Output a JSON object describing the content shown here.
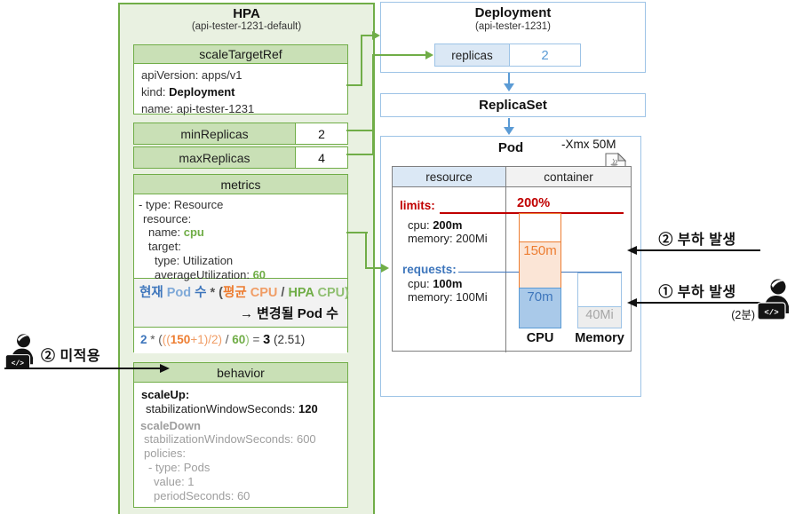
{
  "hpa": {
    "title": "HPA",
    "subtitle": "(api-tester-1231-default)",
    "scale_target_ref": {
      "header": "scaleTargetRef",
      "api_version": "apiVersion: apps/v1",
      "kind_label": "kind: ",
      "kind_value": "Deployment",
      "name": "name: api-tester-1231"
    },
    "min_replicas": {
      "label": "minReplicas",
      "value": "2"
    },
    "max_replicas": {
      "label": "maxReplicas",
      "value": "4"
    },
    "metrics": {
      "header": "metrics",
      "type_line": "- type: Resource",
      "resource_line": "resource:",
      "name_label": "name: ",
      "name_value": "cpu",
      "target_line": "target:",
      "target_type_line": "type: Utilization",
      "avg_util_label": "averageUtilization: ",
      "avg_util_value": "60"
    },
    "formula": {
      "current": "현재",
      "pod": " Pod ",
      "count": "수",
      "times_open": " * (",
      "avg": "평균",
      "avg_cpu": " CPU",
      "divide": " / ",
      "hpa": "HPA",
      "hpa_cpu": " CPU",
      "close": ")",
      "result_line": "→ 변경될 Pod 수"
    },
    "calc": {
      "pods": "2",
      "times_open": " * (",
      "open2": "((",
      "avg_cpu": "150",
      "avg_rest": "+1)/2)",
      "divide": " / ",
      "hpa_cpu": "60",
      "close": ")",
      "equals": " = ",
      "result": "3",
      "exact": " (2.51)"
    },
    "behavior": {
      "header": "behavior",
      "scale_up": "scaleUp:",
      "up_window_label": "stabilizationWindowSeconds: ",
      "up_window_value": "120",
      "scale_down": "scaleDown",
      "down_window": "stabilizationWindowSeconds: 600",
      "policies": "policies:",
      "policy_type": "- type: Pods",
      "policy_value": "value: 1",
      "policy_period": "periodSeconds: 60"
    }
  },
  "deployment": {
    "title": "Deployment",
    "subtitle": "(api-tester-1231)",
    "replicas_label": "replicas",
    "replicas_value": "2"
  },
  "replicaset": {
    "title": "ReplicaSet"
  },
  "pod": {
    "title": "Pod",
    "jvm_flag": "-Xmx 50M",
    "jar_label": "JAR",
    "columns": {
      "resource": "resource",
      "container": "container"
    },
    "limits": {
      "header": "limits:",
      "percent": "200%",
      "cpu_label": "cpu: ",
      "cpu_value": "200m",
      "memory": "memory: 200Mi"
    },
    "requests": {
      "header": "requests:",
      "cpu_label": "cpu: ",
      "cpu_value": "100m",
      "memory": "memory: 100Mi"
    },
    "bars": {
      "cpu_avg": "150m",
      "cpu_used": "70m",
      "mem_used": "40Mi",
      "cpu_axis": "CPU",
      "mem_axis": "Memory"
    }
  },
  "annotations": {
    "load_2": "② 부하 발생",
    "load_1": "① 부하 발생",
    "load_1_sub": "(2분)",
    "not_applied": "② 미적용",
    "dev_code": "</>"
  },
  "colors": {
    "green": "#70ad47",
    "green_fill": "#c9e0b6",
    "hpa_fill": "#e9f1e1",
    "blue_border": "#9dc3e6",
    "blue": "#5b9bd5",
    "blue_dark": "#3e76bc",
    "red": "#c00000",
    "orange": "#ed7d31",
    "orange_fill": "#fbe5d6",
    "gray": "#a6a6a6"
  }
}
